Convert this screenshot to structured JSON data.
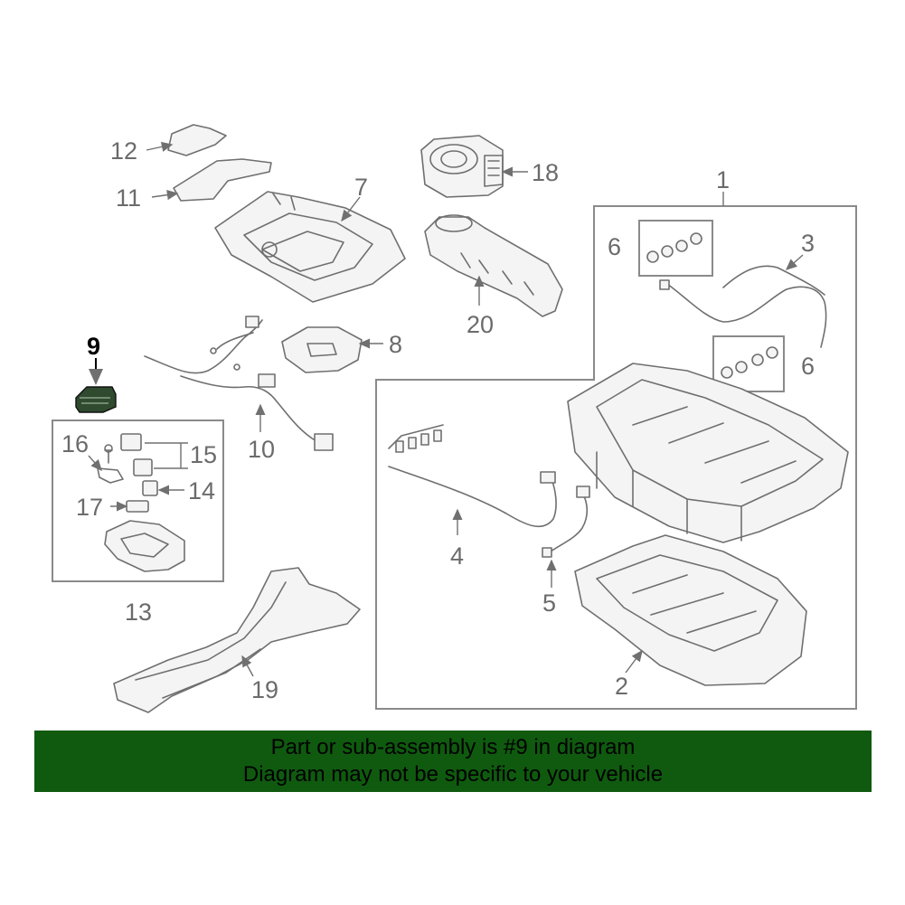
{
  "callouts": {
    "c1": "1",
    "c2": "2",
    "c3": "3",
    "c4": "4",
    "c5": "5",
    "c6a": "6",
    "c6b": "6",
    "c7": "7",
    "c8": "8",
    "c9": "9",
    "c10": "10",
    "c11": "11",
    "c12": "12",
    "c13": "13",
    "c14": "14",
    "c15": "15",
    "c16": "16",
    "c17": "17",
    "c18": "18",
    "c19": "19",
    "c20": "20"
  },
  "banner": {
    "line1": "Part or sub-assembly is #9 in diagram",
    "line2": "Diagram may not be specific to your vehicle",
    "background": "#0f5a0f"
  },
  "highlighted_part": "9"
}
